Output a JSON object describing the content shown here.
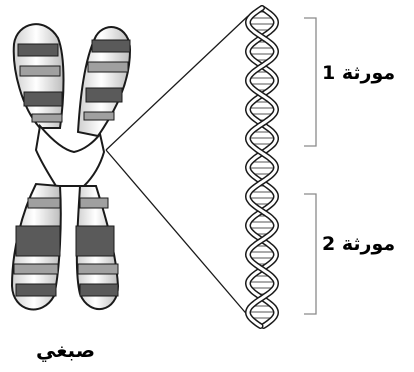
{
  "labels": {
    "gene_1": "مورثة 1",
    "gene_2": "مورثة 2",
    "chromosome": "صبغي"
  },
  "colors": {
    "outline": "#1a1a1a",
    "band_dark": "#5a5a5a",
    "band_mid": "#a0a0a0",
    "band_light": "#e6e6e6",
    "body_fill": "#ffffff"
  }
}
